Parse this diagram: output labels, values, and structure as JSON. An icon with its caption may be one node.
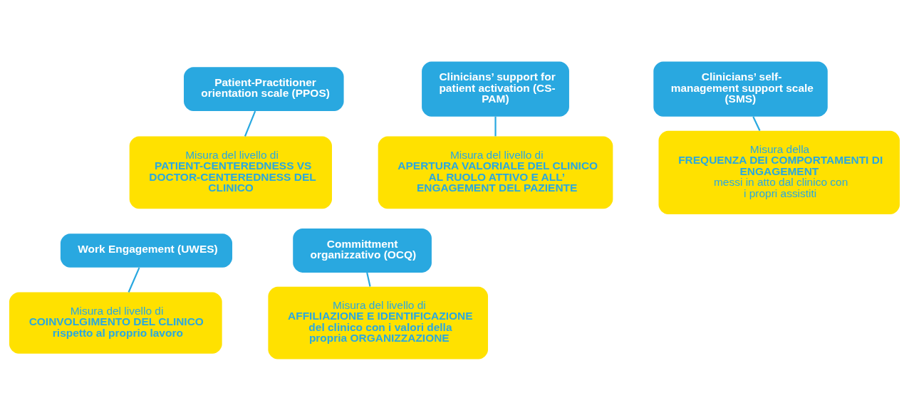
{
  "diagram": {
    "nodes": [
      {
        "text": [
          "Patient-Practitioner orientation scale (PPOS)"
        ]
      },
      {
        "text": [
          "Misura del livello di",
          "PATIENT-CENTEREDNESS VS DOCTOR-CENTEREDNESS DEL CLINICO"
        ]
      },
      {
        "text": [
          "Clinicians’ support for patient activation (CS-PAM)"
        ]
      },
      {
        "text": [
          "Misura del livello di",
          "APERTURA VALORIALE DEL CLINICO AL RUOLO ATTIVO E ALL’ ENGAGEMENT DEL PAZIENTE"
        ]
      },
      {
        "text": [
          "Clinicians’ self-management support scale (SMS)"
        ]
      },
      {
        "text": [
          "Misura della",
          "FREQUENZA DEI COMPORTAMENTI DI ENGAGEMENT",
          "messi in atto dal clinico con i propri assistiti"
        ]
      },
      {
        "text": [
          "Work Engagement (UWES)"
        ]
      },
      {
        "text": [
          "Misura del livello di",
          "COINVOLGIMENTO DEL CLINICO rispetto al proprio lavoro"
        ]
      },
      {
        "text": [
          "Committment organizzativo (OCQ)"
        ]
      },
      {
        "text": [
          "Misura del livello di",
          "AFFILIAZIONE E IDENTIFICAZIONE del clinico con i valori della propria ORGANIZZAZIONE"
        ]
      }
    ],
    "edges": [
      {
        "from": 0,
        "to": 1,
        "arrow": "none"
      },
      {
        "from": 2,
        "to": 3,
        "arrow": "none"
      },
      {
        "from": 4,
        "to": 5,
        "arrow": "none"
      },
      {
        "from": 6,
        "to": 7,
        "arrow": "none"
      },
      {
        "from": 8,
        "to": 9,
        "arrow": "none"
      }
    ]
  }
}
